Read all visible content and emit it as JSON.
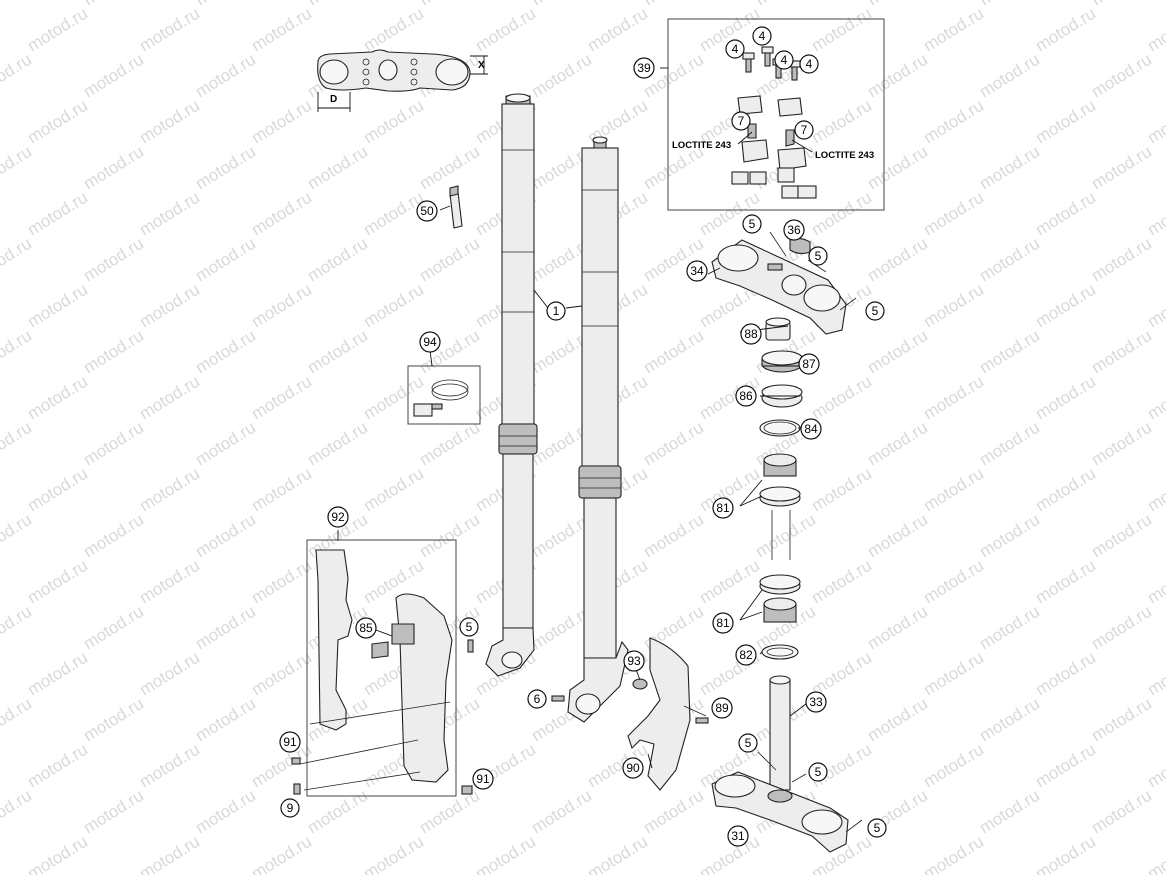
{
  "watermark": "motod.ru",
  "callouts": {
    "c1": "1",
    "c4a": "4",
    "c4b": "4",
    "c4c": "4",
    "c4d": "4",
    "c5a": "5",
    "c5b": "5",
    "c5c": "5",
    "c5d": "5",
    "c5e": "5",
    "c5f": "5",
    "c5g": "5",
    "c6": "6",
    "c7a": "7",
    "c7b": "7",
    "c9": "9",
    "c31": "31",
    "c33": "33",
    "c34": "34",
    "c36": "36",
    "c39": "39",
    "c50": "50",
    "c81a": "81",
    "c81b": "81",
    "c82": "82",
    "c84": "84",
    "c85": "85",
    "c86": "86",
    "c87": "87",
    "c88": "88",
    "c89": "89",
    "c90": "90",
    "c91a": "91",
    "c91b": "91",
    "c92": "92",
    "c93": "93",
    "c94": "94"
  },
  "notes": {
    "loctite_left": "LOCTITE 243",
    "loctite_right": "LOCTITE 243"
  },
  "dimensions": {
    "d": "D",
    "x": "X"
  }
}
